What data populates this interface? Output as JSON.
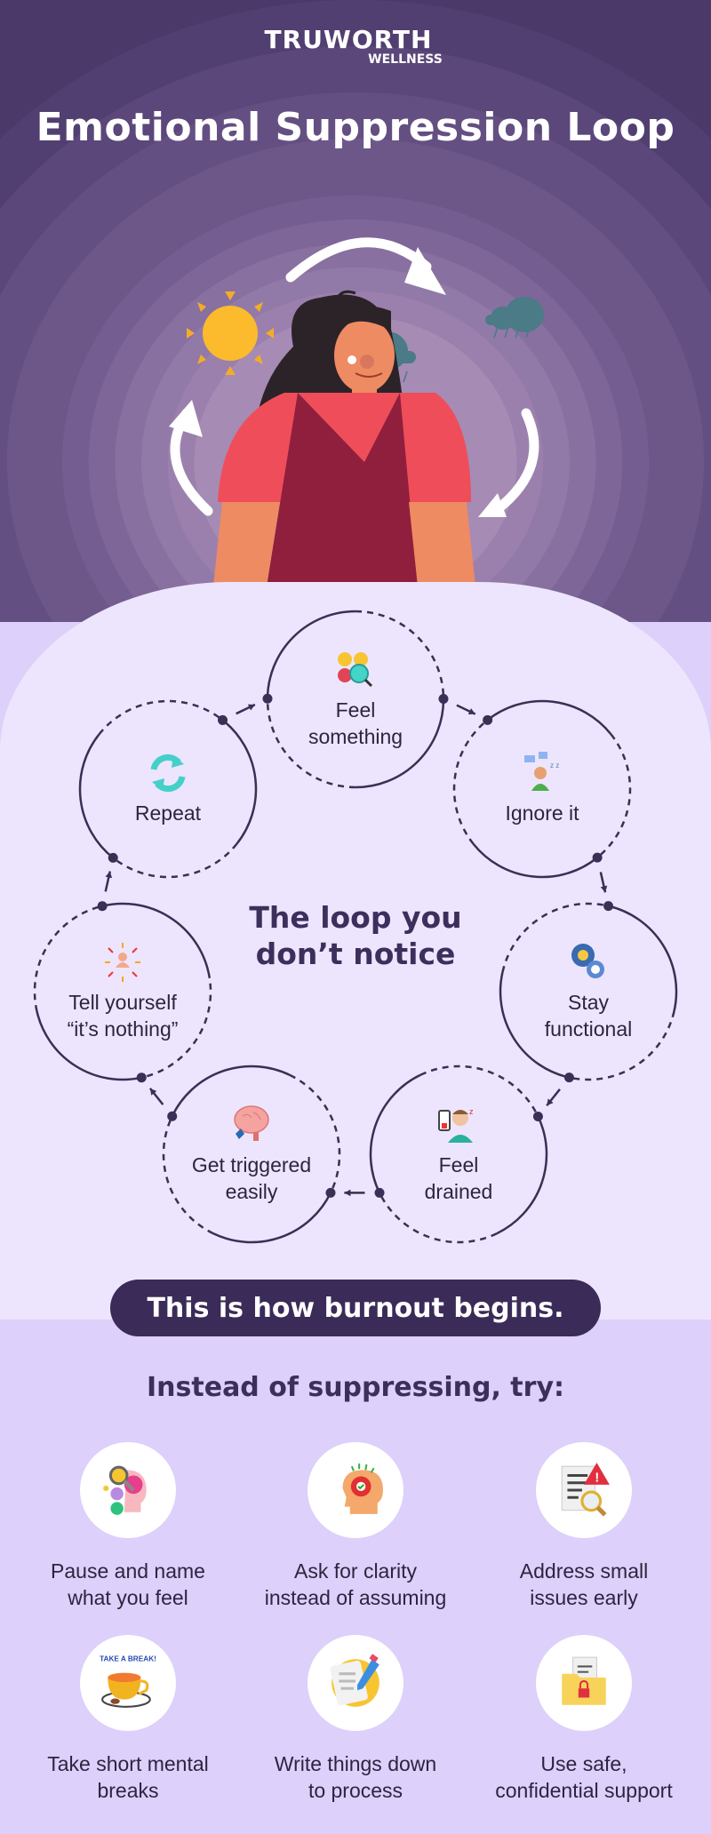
{
  "brand": {
    "name": "TRUWORTH",
    "sub": "WELLNESS"
  },
  "title": "Emotional Suppression Loop",
  "loop": {
    "center_line1": "The loop you",
    "center_line2": "don’t notice",
    "steps": [
      {
        "lines": [
          "Feel",
          "something"
        ],
        "icon": "emotions-magnifier-icon"
      },
      {
        "lines": [
          "Ignore it"
        ],
        "icon": "ignoring-person-icon"
      },
      {
        "lines": [
          "Stay",
          "functional"
        ],
        "icon": "gears-icon"
      },
      {
        "lines": [
          "Feel",
          "drained"
        ],
        "icon": "tired-person-low-battery-icon"
      },
      {
        "lines": [
          "Get triggered",
          "easily"
        ],
        "icon": "brain-trigger-icon"
      },
      {
        "lines": [
          "Tell yourself",
          "“it’s nothing”"
        ],
        "icon": "person-arrows-icon"
      },
      {
        "lines": [
          "Repeat"
        ],
        "icon": "repeat-arrows-icon"
      }
    ]
  },
  "banner": "This is how burnout begins.",
  "tips_title": "Instead of suppressing, try:",
  "tips": [
    {
      "lines": [
        "Pause and name",
        "what you feel"
      ],
      "icon": "head-emotions-icon"
    },
    {
      "lines": [
        "Ask for clarity",
        "instead of assuming"
      ],
      "icon": "head-brain-check-icon"
    },
    {
      "lines": [
        "Address small",
        "issues early"
      ],
      "icon": "document-warning-icon"
    },
    {
      "lines": [
        "Take short mental",
        "breaks"
      ],
      "icon": "tea-cup-break-icon",
      "badge": "TAKE A BREAK!"
    },
    {
      "lines": [
        "Write things down",
        "to process"
      ],
      "icon": "paper-pencil-icon"
    },
    {
      "lines": [
        "Use safe,",
        "confidential support"
      ],
      "icon": "locked-folder-icon"
    }
  ],
  "colors": {
    "dark": "#3b2b58",
    "card": "#ede5fd",
    "lower": "#ddd0fa",
    "sun": "#fbbb2c",
    "cloud": "#4a7b86"
  }
}
